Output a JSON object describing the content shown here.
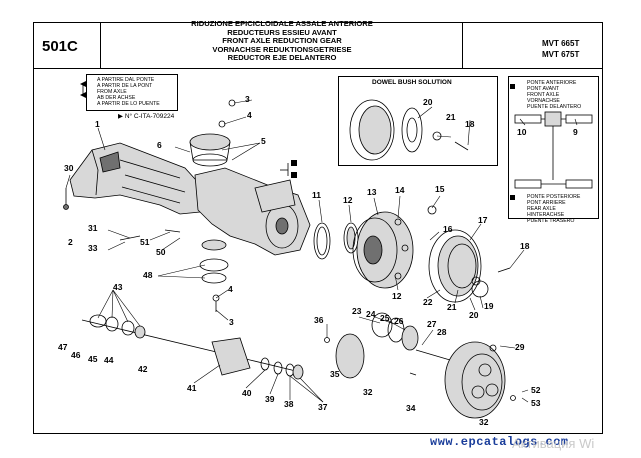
{
  "header": {
    "code": "501C",
    "titles": [
      "RIDUZIONE EPICICLOIDALE ASSALE ANTERIORE",
      "REDUCTEURS ESSIEU AVANT",
      "FRONT AXLE REDUCTION GEAR",
      "VORNACHSE REDUKTIONSGETRIESE",
      "REDUCTOR EJE DELANTERO"
    ],
    "models": [
      "MVT 665T",
      "MVT 675T"
    ]
  },
  "note_box": {
    "lines": [
      "A PARTIRE DAL PONTE",
      "A PARTIR DE LA PONT",
      "FROM AXLE",
      "AB DER ACHSE",
      "A PARTIR DE LO PUENTE"
    ],
    "reference": "N° C-ITA-709224"
  },
  "dowel_panel": {
    "title": "DOWEL BUSH SOLUTION"
  },
  "axle_panel": {
    "front_lines": [
      "PONTE ANTERIORE",
      "PONT AVANT",
      "FRONT AXLE",
      "VORNACHSE",
      "PUENTE DELANTERO"
    ],
    "rear_lines": [
      "PONTE POSTERIORE",
      "PONT ARRIERE",
      "REAR AXLE",
      "HINTERACHSE",
      "PUENTE TRASERO"
    ]
  },
  "labels": [
    {
      "id": "l1",
      "text": "1"
    },
    {
      "id": "l2",
      "text": "2"
    },
    {
      "id": "l3a",
      "text": "3"
    },
    {
      "id": "l4a",
      "text": "4"
    },
    {
      "id": "l5",
      "text": "5"
    },
    {
      "id": "l6",
      "text": "6"
    },
    {
      "id": "l30",
      "text": "30"
    },
    {
      "id": "l31",
      "text": "31"
    },
    {
      "id": "l33",
      "text": "33"
    },
    {
      "id": "l51",
      "text": "51"
    },
    {
      "id": "l50",
      "text": "50"
    },
    {
      "id": "l48",
      "text": "48"
    },
    {
      "id": "l4b",
      "text": "4"
    },
    {
      "id": "l3b",
      "text": "3"
    },
    {
      "id": "l11",
      "text": "11"
    },
    {
      "id": "l12a",
      "text": "12"
    },
    {
      "id": "l13",
      "text": "13"
    },
    {
      "id": "l14",
      "text": "14"
    },
    {
      "id": "l15",
      "text": "15"
    },
    {
      "id": "l16",
      "text": "16"
    },
    {
      "id": "l17",
      "text": "17"
    },
    {
      "id": "l18a",
      "text": "18"
    },
    {
      "id": "l12b",
      "text": "12"
    },
    {
      "id": "l22",
      "text": "22"
    },
    {
      "id": "l21a",
      "text": "21"
    },
    {
      "id": "l19",
      "text": "19"
    },
    {
      "id": "l20a",
      "text": "20"
    },
    {
      "id": "l20b",
      "text": "20"
    },
    {
      "id": "l21b",
      "text": "21"
    },
    {
      "id": "l18b",
      "text": "18"
    },
    {
      "id": "l10",
      "text": "10"
    },
    {
      "id": "l9",
      "text": "9"
    },
    {
      "id": "l43",
      "text": "43"
    },
    {
      "id": "l47",
      "text": "47"
    },
    {
      "id": "l46",
      "text": "46"
    },
    {
      "id": "l45",
      "text": "45"
    },
    {
      "id": "l44",
      "text": "44"
    },
    {
      "id": "l42",
      "text": "42"
    },
    {
      "id": "l41",
      "text": "41"
    },
    {
      "id": "l40",
      "text": "40"
    },
    {
      "id": "l39",
      "text": "39"
    },
    {
      "id": "l38",
      "text": "38"
    },
    {
      "id": "l37",
      "text": "37"
    },
    {
      "id": "l36",
      "text": "36"
    },
    {
      "id": "l35",
      "text": "35"
    },
    {
      "id": "l32a",
      "text": "32"
    },
    {
      "id": "l23",
      "text": "23"
    },
    {
      "id": "l24",
      "text": "24"
    },
    {
      "id": "l25",
      "text": "25"
    },
    {
      "id": "l26",
      "text": "26"
    },
    {
      "id": "l27",
      "text": "27"
    },
    {
      "id": "l28",
      "text": "28"
    },
    {
      "id": "l29",
      "text": "29"
    },
    {
      "id": "l34",
      "text": "34"
    },
    {
      "id": "l32b",
      "text": "32"
    },
    {
      "id": "l52",
      "text": "52"
    },
    {
      "id": "l53",
      "text": "53"
    }
  ],
  "footer": {
    "watermark": "www.epcatalogs.com",
    "activation": "Активация Wi"
  }
}
